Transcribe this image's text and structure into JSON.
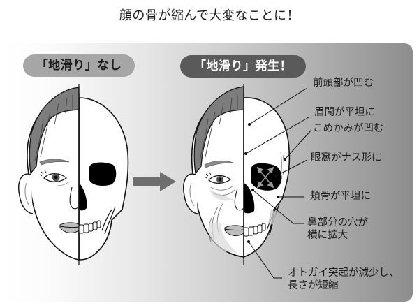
{
  "title": "顔の骨が縮んで大変なことに！",
  "panels": {
    "before": {
      "label": "「地滑り」なし"
    },
    "after": {
      "label": "「地滑り」発生！"
    }
  },
  "annotations": [
    {
      "id": "forehead",
      "text": "前頭部が凹む"
    },
    {
      "id": "glabella",
      "text": "眉間が平坦に"
    },
    {
      "id": "temple",
      "text": "こめかみが凹む"
    },
    {
      "id": "orbit",
      "text": "眼窩がナス形に"
    },
    {
      "id": "cheekbone",
      "text": "頬骨が平坦に"
    },
    {
      "id": "nasal",
      "line1": "鼻部分の穴が",
      "line2": "横に拡大"
    },
    {
      "id": "chin",
      "line1": "オトガイ突起が減少し、",
      "line2": "長さが短縮"
    }
  ],
  "colors": {
    "pill_before": "#a6a6a6",
    "pill_after": "#5a5a5a",
    "arrow": "#6e6e6e",
    "hair": "#7d7d7d",
    "gradient_end": "#8d8d8d"
  },
  "icons": [
    "face-skull-split-normal",
    "face-skull-split-aged",
    "right-arrow-icon",
    "expand-arrows-icon"
  ]
}
